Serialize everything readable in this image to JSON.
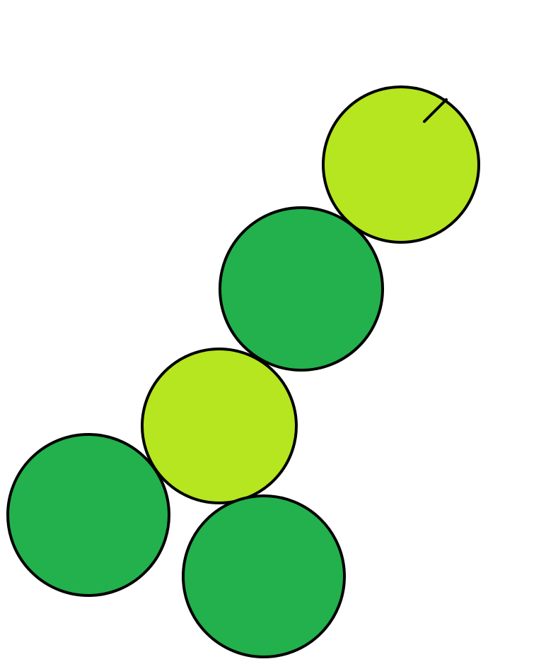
{
  "palette": {
    "background": "#ffffff",
    "outline": "#000000",
    "lime": "#b5e61f",
    "green": "#22b14c"
  },
  "circles": [
    {
      "name": "circle-top-right",
      "fill": "lime",
      "has_mark": true
    },
    {
      "name": "circle-upper-middle",
      "fill": "green",
      "has_mark": false
    },
    {
      "name": "circle-center",
      "fill": "lime",
      "has_mark": false
    },
    {
      "name": "circle-bottom-left",
      "fill": "green",
      "has_mark": false
    },
    {
      "name": "circle-bottom-middle",
      "fill": "green",
      "has_mark": false
    }
  ]
}
